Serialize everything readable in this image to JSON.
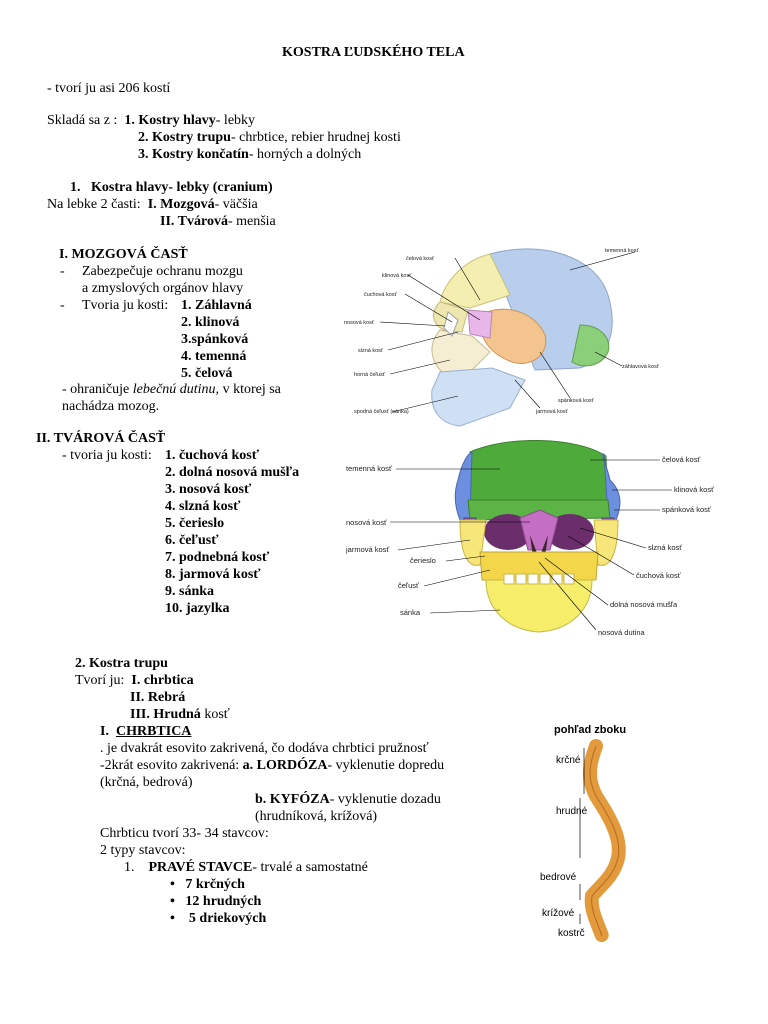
{
  "title": "KOSTRA ĽUDSKÉHO TELA",
  "intro": "- tvorí ju asi 206 kostí",
  "parts": {
    "prefix": "Skladá sa z :",
    "p1_num": "1.",
    "p1_bold": "Kostry hlavy",
    "p1_rest": "- lebky",
    "p2_num": "2.",
    "p2_bold": "Kostry trupu",
    "p2_rest": "- chrbtice, rebier hrudnej kosti",
    "p3_num": "3.",
    "p3_bold": "Kostry končatín",
    "p3_rest": "- horných a dolných"
  },
  "head": {
    "heading_num": "1.",
    "heading": "Kostra hlavy- lebky (cranium)",
    "split_prefix": "Na lebke 2 časti:",
    "split1_bold": "I. Mozgová",
    "split1_rest": "- väčšia",
    "split2_bold": "II. Tvárová",
    "split2_rest": "- menšia"
  },
  "cranial": {
    "heading": "I. MOZGOVÁ ČASŤ",
    "b1_dash": "-",
    "b1_line1": "Zabezpečuje ochranu mozgu",
    "b1_line2": "a zmyslových orgánov hlavy",
    "b2_dash": "-",
    "b2_prefix": "Tvoria ju kosti:",
    "bones": [
      "1. Záhlavná",
      "2. klinová",
      "3.spánková",
      "4. temenná",
      "5. čelová"
    ],
    "note_pre": "- ohraničuje ",
    "note_italic": "lebečnú dutinu,",
    "note_post": " v ktorej sa",
    "note_line2": "nachádza mozog."
  },
  "facial": {
    "heading": "II. TVÁROVÁ ČASŤ",
    "prefix": "- tvoria ju kosti:",
    "bones": [
      "1. čuchová kosť",
      "2. dolná nosová mušľa",
      "3. nosová kosť",
      "4. slzná kosť",
      "5. čerieslo",
      "6. čeľusť",
      "7. podnebná kosť",
      "8. jarmová kosť",
      "9. sánka",
      "10. jazylka"
    ]
  },
  "skull_side_labels": [
    "čelová kosť",
    "temenná kosť",
    "klinová kosť",
    "čuchová kosť",
    "nosová kosť",
    "slzná kosť",
    "horná čeľusť",
    "spodná čeľusť (sánka)",
    "jarmová kosť",
    "spánková kosť",
    "záhlavová kosť"
  ],
  "skull_front_labels": [
    "temenná kosť",
    "čelová kosť",
    "klinová kosť",
    "spánková kosť",
    "nosová kosť",
    "slzná kosť",
    "jarmová kosť",
    "čerieslo",
    "čuchová kosť",
    "čeľusť",
    "dolná nosová mušľa",
    "sánka",
    "nosová dutina"
  ],
  "trunk": {
    "heading": "2. Kostra trupu",
    "prefix": "Tvorí ju:",
    "i1": "I. chrbtica",
    "i2": "II. Rebrá",
    "i3_bold": "III. Hrudná",
    "i3_rest": " kosť",
    "spine_heading_num": "I.",
    "spine_heading": "CHRBTICA",
    "l1": ". je dvakrát esovito zakrivená, čo dodáva chrbtici pružnosť",
    "l2_pre": "-2krát esovito zakrivená: ",
    "l2_bold": "a. LORDÓZA",
    "l2_post": "- vyklenutie dopredu",
    "l3": "(krčná, bedrová)",
    "l4_bold": "b. KYFÓZA",
    "l4_post": "- vyklenutie dozadu",
    "l5": "(hrudníková, krížová)",
    "l6": "Chrbticu tvorí  33- 34 stavcov:",
    "l7": "2 typy stavcov:",
    "l8_num": "1.",
    "l8_bold": "PRAVÉ STAVCE",
    "l8_post": "- trvalé a samostatné",
    "bullets": [
      "7 krčných",
      "12 hrudných",
      "5 driekových"
    ]
  },
  "spine_figure": {
    "title": "pohľad zboku",
    "labels": [
      "krčné",
      "hrudné",
      "bedrové",
      "krížové",
      "kostrč"
    ]
  }
}
